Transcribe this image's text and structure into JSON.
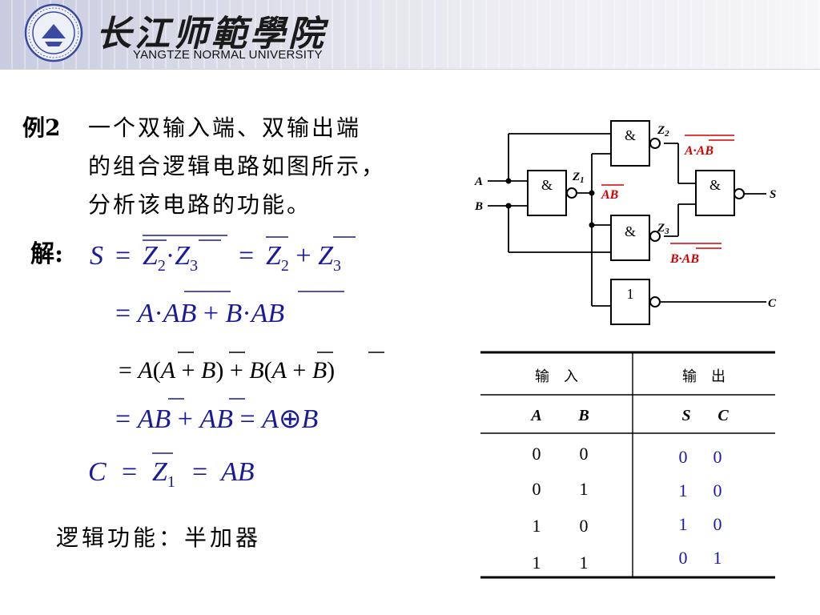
{
  "header": {
    "university_cn": "长江师範學院",
    "university_en": "YANGTZE NORMAL UNIVERSITY"
  },
  "problem": {
    "label": "例2",
    "line1": "一个双输入端、双输出端",
    "line2": "的组合逻辑电路如图所示，",
    "line3": "分析该电路的功能。"
  },
  "solution": {
    "label": "解:",
    "eq1": {
      "lhs": "S",
      "rhs1": "Z2·Z3",
      "rhs2": "Z2 + Z3"
    },
    "eq2": {
      "text": "= A·AB + B·AB"
    },
    "eq3": {
      "text": "= A(A + B) + B(A + B)"
    },
    "eq4": {
      "text": "= AB + AB = A⊕B"
    },
    "eq5": {
      "lhs": "C",
      "mid": "Z1",
      "rhs": "AB"
    }
  },
  "conclusion": {
    "text": "逻辑功能：半加器"
  },
  "circuit": {
    "inputs": [
      "A",
      "B"
    ],
    "outputs": [
      "S",
      "C"
    ],
    "gate_and": "&",
    "gate_not": "1",
    "z1": "Z",
    "z1_sub": "1",
    "z2": "Z",
    "z2_sub": "2",
    "z3": "Z",
    "z3_sub": "3",
    "label_ab": "AB",
    "label_a_ab": "A·AB",
    "label_b_ab": "B·AB",
    "label_color": "#d40000"
  },
  "truth_table": {
    "header_in": "输　入",
    "header_out": "输　出",
    "sub_in": [
      "A",
      "B"
    ],
    "sub_out": [
      "S",
      "C"
    ],
    "rows": [
      {
        "a": "0",
        "b": "0",
        "s": "0",
        "c": "0"
      },
      {
        "a": "0",
        "b": "1",
        "s": "1",
        "c": "0"
      },
      {
        "a": "1",
        "b": "0",
        "s": "1",
        "c": "0"
      },
      {
        "a": "1",
        "b": "1",
        "s": "0",
        "c": "1"
      }
    ],
    "output_color": "#1a1aa8"
  },
  "colors": {
    "formula": "#1a1a9a",
    "text": "#000000"
  }
}
